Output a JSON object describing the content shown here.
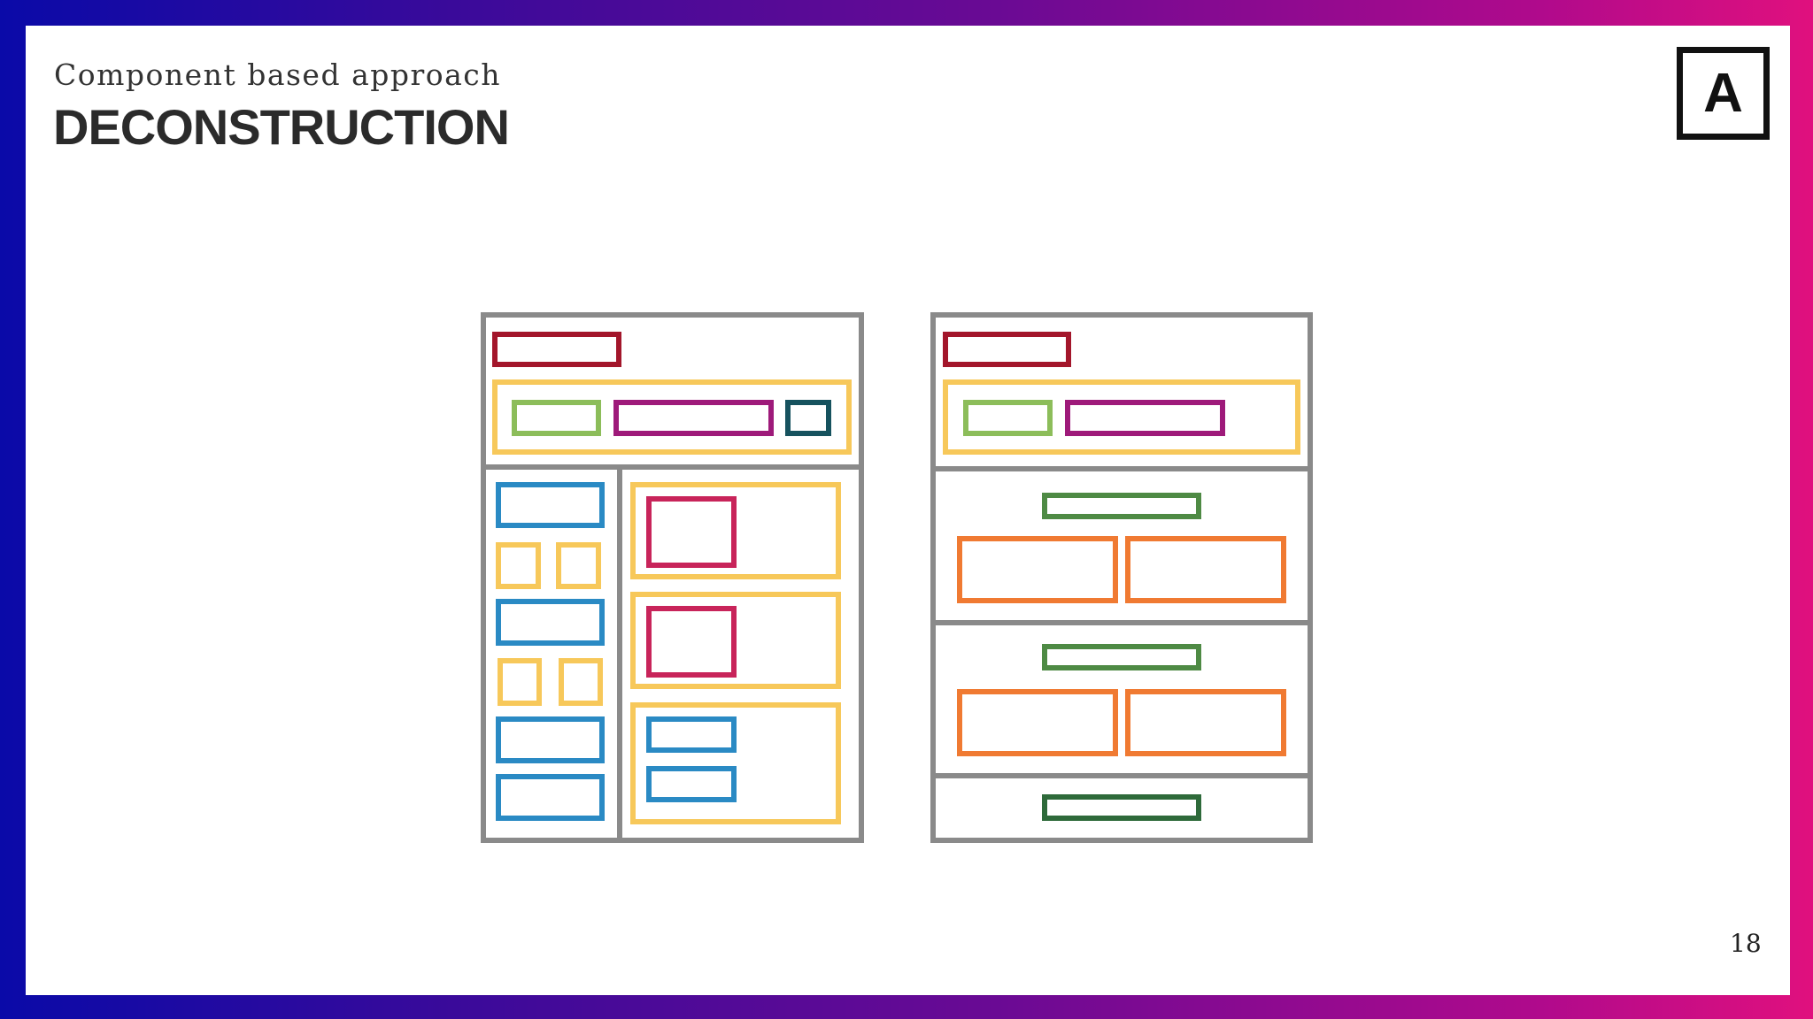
{
  "slide": {
    "subtitle": "Component based approach",
    "title": "DECONSTRUCTION",
    "logo_letter": "A",
    "page_number": "18"
  },
  "colors": {
    "frame": "#8a8a8a",
    "dark_red": "#a3162b",
    "yellow": "#f7c85a",
    "light_green": "#8cbd5a",
    "purple": "#9e1a7a",
    "dark_teal": "#16525e",
    "blue": "#2a8ac4",
    "crimson": "#c8245a",
    "green": "#4e8a44",
    "orange": "#f07a32",
    "dark_green": "#2e6a3a"
  }
}
